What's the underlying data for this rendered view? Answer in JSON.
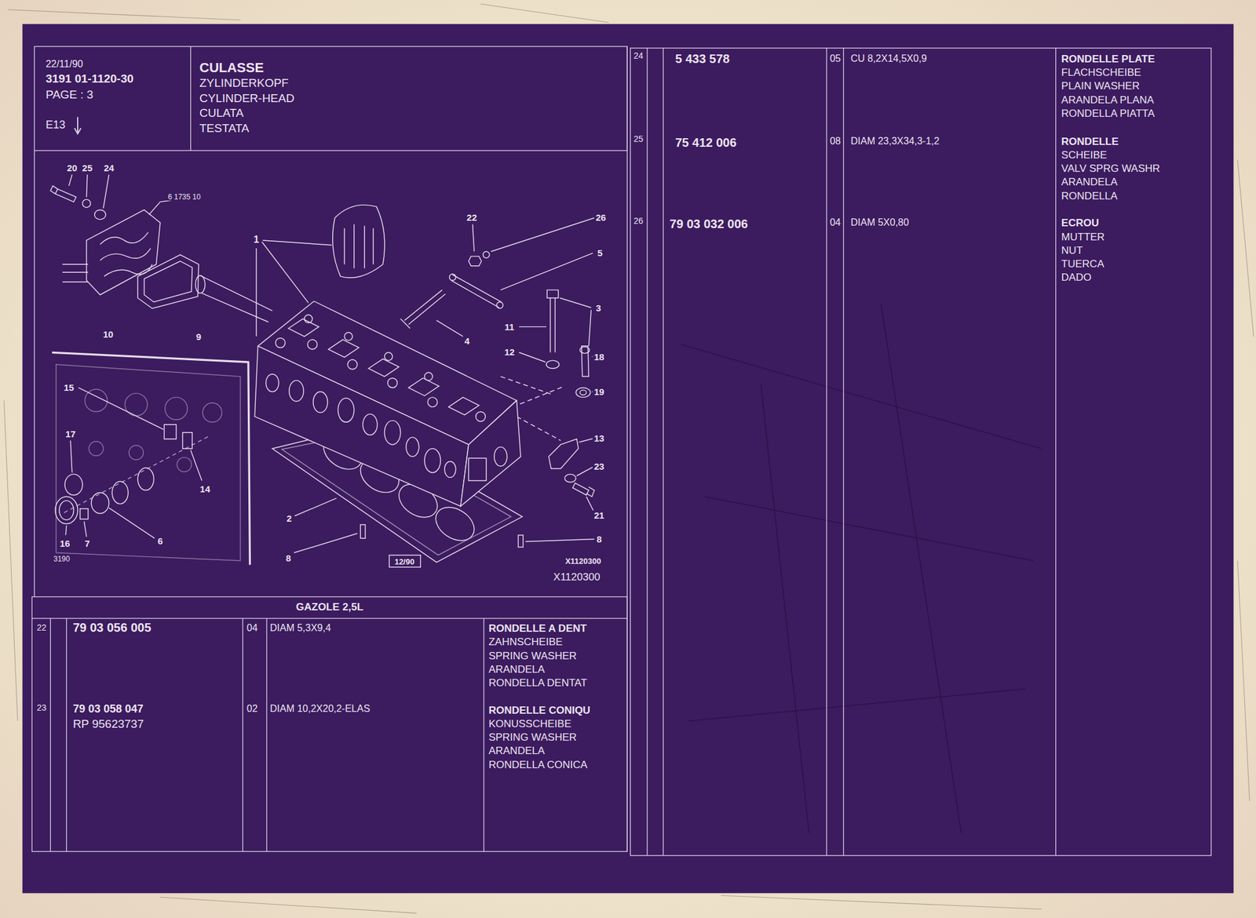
{
  "diagram": {
    "nodes": [
      {
        "text": [
          "22/11/90",
          "3191 01-1120-30",
          "PAGE : 3",
          "E13"
        ]
      },
      {
        "text": [
          "CULASSE",
          "ZYLINDERKOPF",
          "CYLINDER-HEAD",
          "CULATA",
          "TESTATA"
        ]
      },
      {
        "text": [
          "GAZOLE 2,5L"
        ]
      },
      {
        "text": [
          "22",
          "79 03 056 005",
          "04",
          "DIAM 5,3X9,4",
          "RONDELLE A DENT",
          "ZAHNSCHEIBE",
          "SPRING WASHER",
          "ARANDELA",
          "RONDELLA DENTAT"
        ]
      },
      {
        "text": [
          "23",
          "79 03 058 047",
          "RP 95623737",
          "02",
          "DIAM 10,2X20,2-ELAS",
          "RONDELLE CONIQU",
          "KONUSSCHEIBE",
          "SPRING WASHER",
          "ARANDELA",
          "RONDELLA CONICA"
        ]
      },
      {
        "text": [
          "24",
          "5 433 578",
          "05",
          "CU 8,2X14,5X0,9",
          "RONDELLE PLATE",
          "FLACHSCHEIBE",
          "PLAIN WASHER",
          "ARANDELA PLANA",
          "RONDELLA PIATTA"
        ]
      },
      {
        "text": [
          "25",
          "75 412 006",
          "08",
          "DIAM 23,3X34,3-1,2",
          "RONDELLE",
          "SCHEIBE",
          "VALV SPRG WASHR",
          "ARANDELA",
          "RONDELLA"
        ]
      },
      {
        "text": [
          "26",
          "79 03 032 006",
          "04",
          "DIAM 5X0,80",
          "ECROU",
          "MUTTER",
          "NUT",
          "TUERCA",
          "DADO"
        ]
      }
    ],
    "labels": [
      "20",
      "25",
      "24",
      "6 1735 10",
      "1",
      "22",
      "26",
      "5",
      "3",
      "11",
      "12",
      "18",
      "19",
      "10",
      "9",
      "4",
      "15",
      "17",
      "14",
      "13",
      "23",
      "21",
      "16",
      "7",
      "6",
      "2",
      "8",
      "8",
      "3190",
      "12/90",
      "X1120300",
      "X1120300"
    ]
  }
}
